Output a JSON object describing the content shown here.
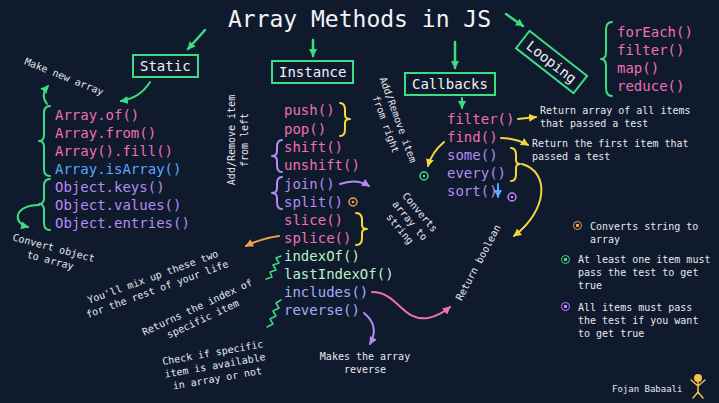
{
  "diagram": {
    "title": "Array Methods in JS",
    "nodes": [
      {
        "text": [
          "Static"
        ]
      },
      {
        "text": [
          "Instance"
        ]
      },
      {
        "text": [
          "Callbacks"
        ]
      },
      {
        "text": [
          "Looping"
        ]
      }
    ],
    "labels": [
      "Make new array",
      "Array.of()",
      "Array.from()",
      "Array().fill()",
      "Array.isArray()",
      "Object.keys()",
      "Object.values()",
      "Object.entries()",
      "Convert object to array",
      "Add/Remove item from left",
      "push()",
      "pop()",
      "shift()",
      "unshift()",
      "Add/Remove item from right",
      "join()",
      "split()",
      "slice()",
      "splice()",
      "Converts array to string",
      "indexOf()",
      "lastIndexOf()",
      "includes()",
      "reverse()",
      "You'll mix up these two for the rest of your life",
      "Returns the index of specific item",
      "Check if specific item is available in array or not",
      "Makes the array reverse",
      "filter()",
      "find()",
      "some()",
      "every()",
      "sort()",
      "Return array of all items that passed a test",
      "Return the first item that passed a test",
      "Return boolean",
      "forEach()",
      "filter()",
      "map()",
      "reduce()",
      "Fojan Babaali"
    ],
    "legend": [
      {
        "text": "Converts string to array",
        "color": "#f0a04b"
      },
      {
        "text": "At least one item must pass the test to get true",
        "color": "#3ddc84"
      },
      {
        "text": "All items must pass the test if you want to get true",
        "color": "#c77dff"
      }
    ]
  }
}
